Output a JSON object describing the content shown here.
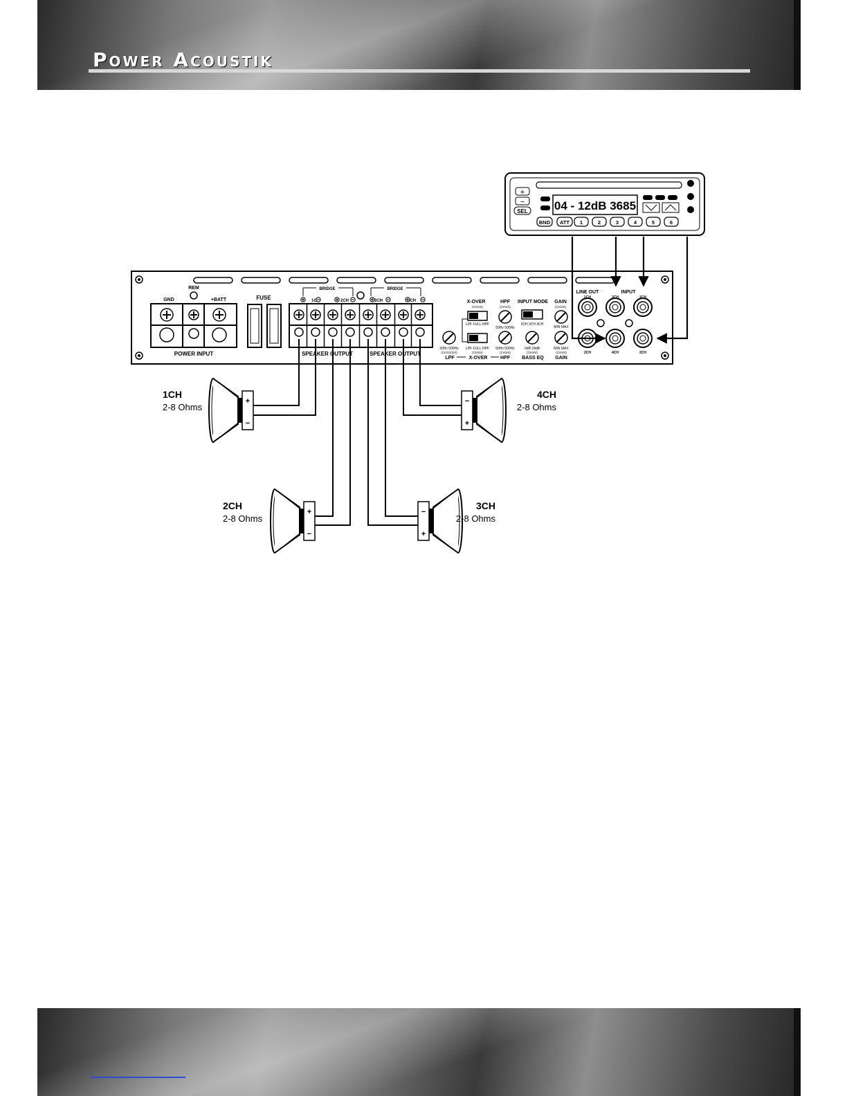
{
  "header": {
    "brand": "Power Acoustik"
  },
  "head_unit": {
    "display_text": "04 - 12dB 3685",
    "buttons": [
      "BND",
      "ATT",
      "1",
      "2",
      "3",
      "4",
      "5",
      "6"
    ],
    "sel_label": "SEL",
    "plus_label": "+",
    "minus_label": "−"
  },
  "amp": {
    "rem": "REM",
    "gnd": "GND",
    "batt": "+BATT",
    "power_input": "POWER INPUT",
    "fuse": "FUSE",
    "bridge": "BRIDGE",
    "ch1": "1CH",
    "ch2": "2CH",
    "ch3": "3CH",
    "ch4": "4CH",
    "speaker_output": "SPEAKER OUTPUT",
    "xover_top": "X-OVER",
    "hpf_top": "HPF",
    "ch12_a": "(CH1/2)",
    "ch12_b": "(CH1/2)",
    "input_mode": "INPUT MODE",
    "gain_top": "GAIN",
    "ch12_c": "(CH1/2)",
    "lpf_full_hpf_top": "LPF  FULL  HPF",
    "hz50_500_top": "50Hz  500Hz",
    "mode_options": "2CH  3CH  4CH",
    "min_max_top": "MIN  MAX",
    "lpf_full_hpf_bottom": "LPF  FULL  HPF",
    "ch34_a": "(CH3/4)",
    "hz30_500": "30Hz  500Hz",
    "ch1234": "(CH1/2/3/4)",
    "hz50_500_bottom": "50Hz  500Hz",
    "ch34_b": "(CH3/4)",
    "db_range": "0dB  24dB",
    "ch34_c": "(CH3/4)",
    "min_max_bottom": "MIN  MAX",
    "ch34_d": "(CH3/4)",
    "lpf_bottom": "LPF",
    "xover_bottom": "X-OVER",
    "hpf_bottom": "HPF",
    "bass_eq": "BASS EQ",
    "gain_bottom": "GAIN",
    "line_out": "LINE OUT",
    "input": "INPUT",
    "lo_1ch": "1CH",
    "in_3ch": "3CH",
    "in_1ch": "1CH",
    "lo_2ch": "2CH",
    "in_4ch": "4CH",
    "in_2ch": "2CH"
  },
  "speakers": [
    {
      "channel": "1CH",
      "impedance": "2-8 Ohms"
    },
    {
      "channel": "2CH",
      "impedance": "2-8 Ohms"
    },
    {
      "channel": "3CH",
      "impedance": "2-8 Ohms"
    },
    {
      "channel": "4CH",
      "impedance": "2-8 Ohms"
    }
  ],
  "polarity": {
    "plus": "+",
    "minus": "−"
  }
}
